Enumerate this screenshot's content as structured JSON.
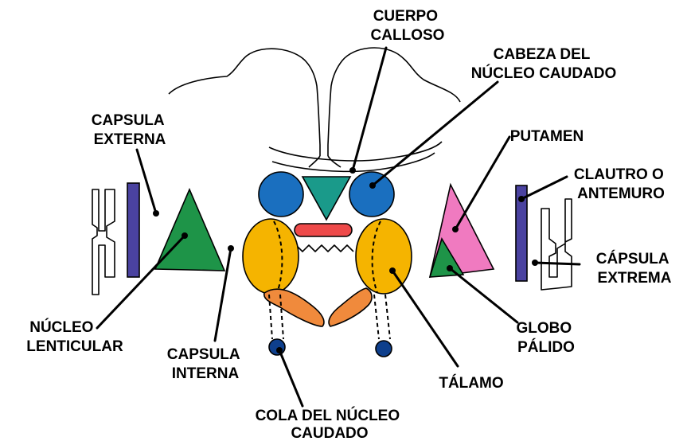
{
  "labels": {
    "cuerpo_calloso": [
      "CUERPO",
      "CALLOSO"
    ],
    "cabeza_nucleo_caudado": [
      "CABEZA DEL",
      "NÚCLEO CAUDADO"
    ],
    "capsula_externa": [
      "CAPSULA",
      "EXTERNA"
    ],
    "putamen": [
      "PUTAMEN"
    ],
    "claustro": [
      "CLAUTRO O",
      "ANTEMURO"
    ],
    "capsula_extrema": [
      "CÁPSULA",
      "EXTREMA"
    ],
    "nucleo_lenticular": [
      "NÚCLEO",
      "LENTICULAR"
    ],
    "capsula_interna": [
      "CAPSULA",
      "INTERNA"
    ],
    "globo_palido": [
      "GLOBO",
      "PÁLIDO"
    ],
    "talamo": [
      "TÁLAMO"
    ],
    "cola_nucleo_caudado": [
      "COLA DEL NÚCLEO",
      "CAUDADO"
    ]
  },
  "colors": {
    "caudate": "#1a6fbf",
    "lenticular": "#1e9448",
    "corpus_callosum_triangle": "#1a9a8a",
    "putamen": "#f07ac0",
    "claustrum": "#4a42a0",
    "thalamus": "#f5b400",
    "tail_caudate": "#0e3f8c",
    "commissure": "#ee4a4a",
    "orange_structure": "#f08a3c"
  }
}
